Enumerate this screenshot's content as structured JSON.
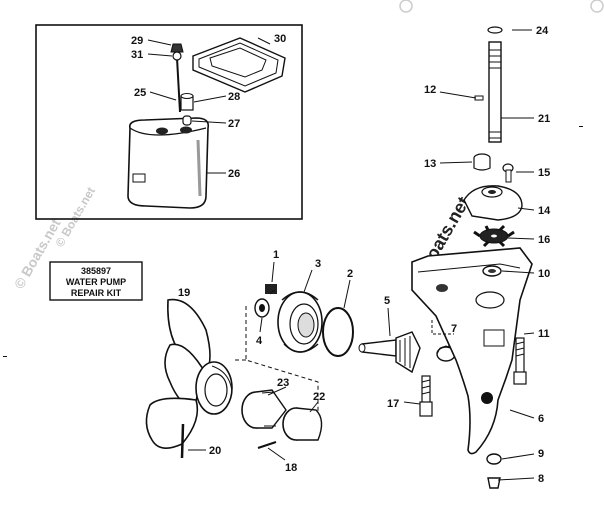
{
  "kit_box": {
    "line1": "385897",
    "line2": "WATER PUMP",
    "line3": "REPAIR KIT"
  },
  "watermark": "© Boats.net",
  "callouts": {
    "n1": "1",
    "n2": "2",
    "n3": "3",
    "n4": "4",
    "n5": "5",
    "n6": "6",
    "n7": "7",
    "n8": "8",
    "n9": "9",
    "n10": "10",
    "n11": "11",
    "n12": "12",
    "n13": "13",
    "n14": "14",
    "n15": "15",
    "n16": "16",
    "n17": "17",
    "n18": "18",
    "n19": "19",
    "n20": "20",
    "n21": "21",
    "n22": "22",
    "n23": "23",
    "n24": "24",
    "n25": "25",
    "n26": "26",
    "n27": "27",
    "n28": "28",
    "n29": "29",
    "n30": "30",
    "n31": "31"
  }
}
